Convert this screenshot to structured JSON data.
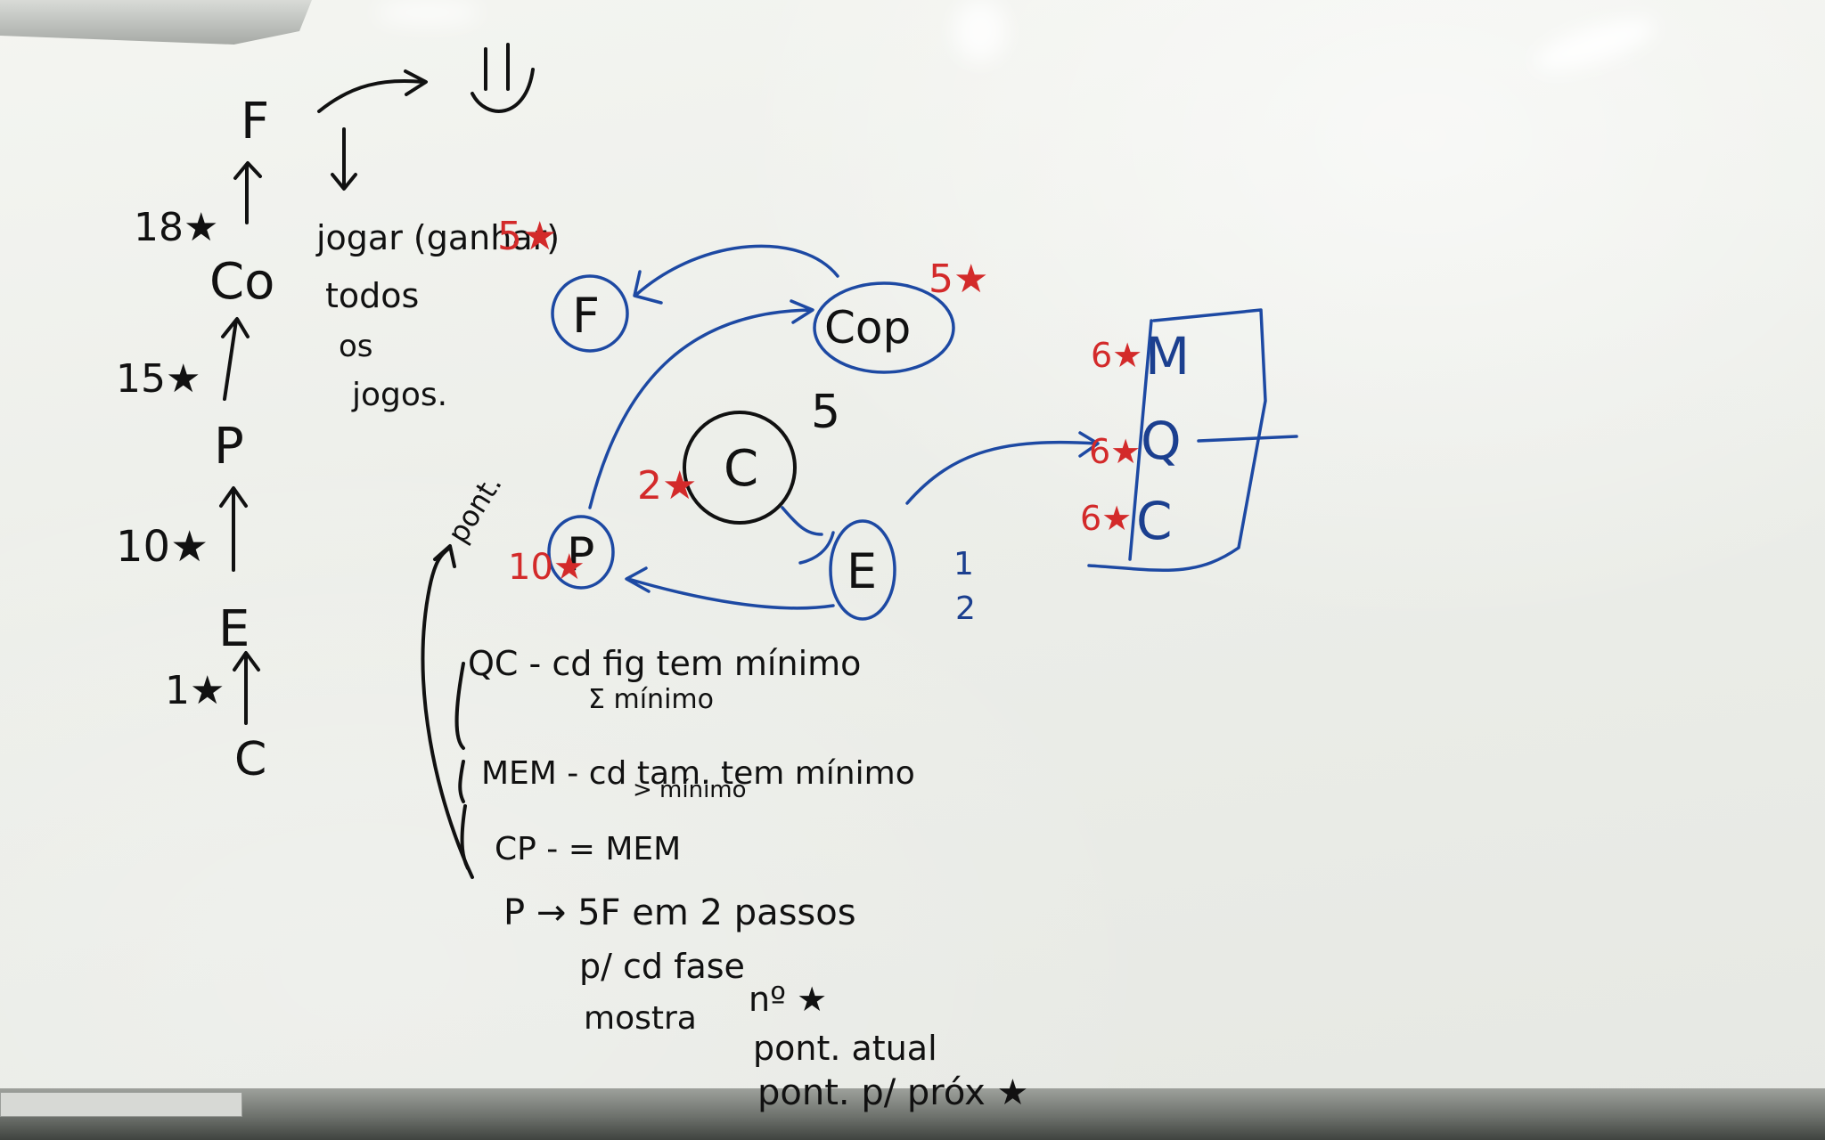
{
  "photo": {
    "left_chain": {
      "nodes": [
        "F",
        "Co",
        "P",
        "E",
        "C"
      ],
      "stars": [
        "18★",
        "15★",
        "10★",
        "1★"
      ]
    },
    "top_note": {
      "smile": ":)",
      "line1": "jogar (ganhar)",
      "line2": "todos",
      "line3": "os",
      "line4": "jogos."
    },
    "diagram": {
      "nodes": [
        "F",
        "Cop",
        "C",
        "P",
        "E"
      ],
      "red_stars": [
        "5★",
        "5★",
        "2★",
        "10★"
      ],
      "c_count": "5",
      "e_side": [
        "1",
        "2"
      ],
      "box_items": [
        "M",
        "Q",
        "C"
      ],
      "box_stars": [
        "6★",
        "6★",
        "6★"
      ],
      "pont_label": "pont."
    },
    "notes": {
      "qc": "QC - cd fig tem mínimo",
      "qc2": "Σ mínimo",
      "mem": "MEM - cd tam. tem mínimo",
      "mem2": "> mínimo",
      "cp": "CP - = MEM",
      "p": "P → 5F em 2 passos",
      "pcd": "p/ cd fase",
      "mostra": "mostra",
      "n": "nº ★",
      "pont_atual": "pont. atual",
      "pont_prox": "pont. p/ próx ★"
    },
    "colors": {
      "board": "#eceee9",
      "black_ink": "#111111",
      "blue_ink": "#1d49a3",
      "red_ink": "#d32a2a"
    }
  }
}
